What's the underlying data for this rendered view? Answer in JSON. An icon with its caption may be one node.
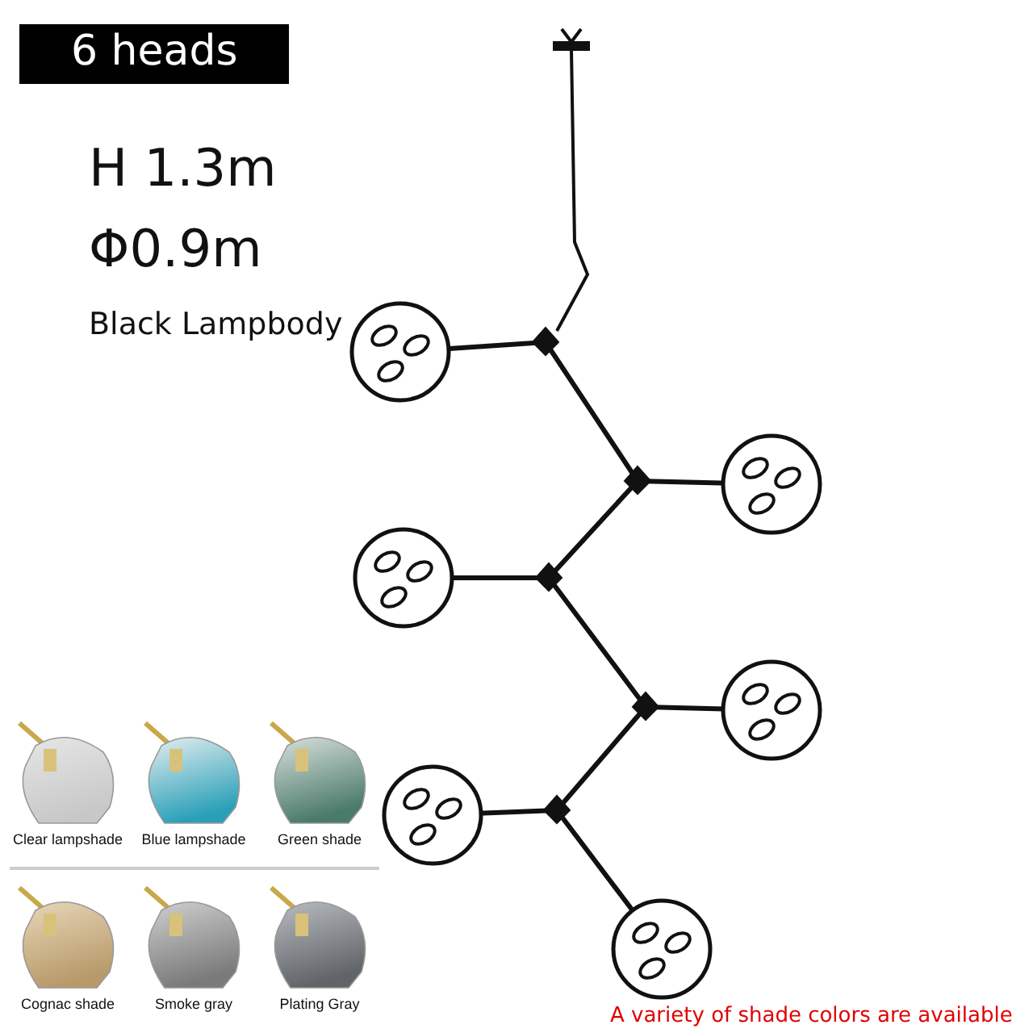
{
  "diagram": {
    "nodes": [
      {
        "text": [
          "6 heads"
        ]
      }
    ],
    "labels": [
      "H 1.3m",
      "Φ0.9m",
      "Black Lampbody",
      "Clear lampshade",
      "Blue lampshade",
      "Green shade",
      "Cognac shade",
      "Smoke gray",
      "Plating Gray",
      "A variety of shade colors are available"
    ]
  }
}
